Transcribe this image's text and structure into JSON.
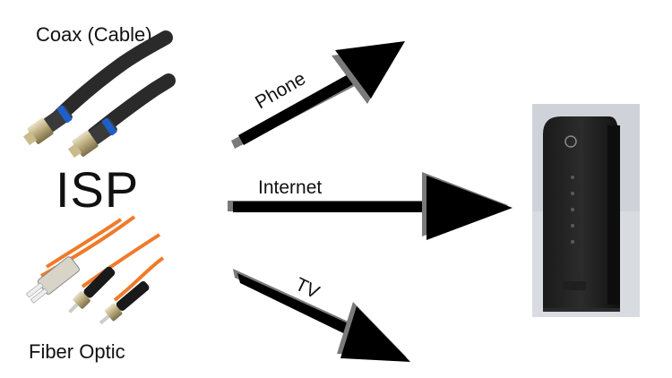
{
  "source_labels": {
    "coax": "Coax (Cable)",
    "isp": "ISP",
    "fiber": "Fiber Optic"
  },
  "arrows": {
    "phone": "Phone",
    "internet": "Internet",
    "tv": "TV"
  },
  "images": {
    "coax_cable": "coax-cable-photo",
    "fiber_cable": "fiber-optic-cable-photo",
    "modem": "cable-modem-photo"
  },
  "colors": {
    "arrow": "#000000",
    "arrow_shadow": "#7a7a7a",
    "coax_ring": "#1e5fc8",
    "fiber_jacket": "#f07a2a"
  }
}
